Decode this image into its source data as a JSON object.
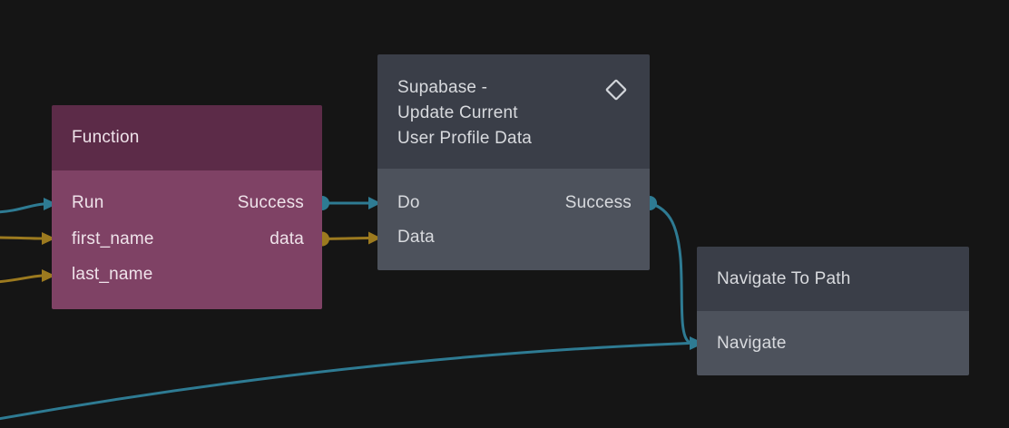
{
  "colors": {
    "bg": "#151515",
    "signal": "#2e7b93",
    "data-edge": "#9c7a1f",
    "fn-header": "#5c2b48",
    "fn-body": "#7f4265",
    "fn-text": "#efe3ea",
    "gray-header": "#3a3e48",
    "gray-body": "#4d525c",
    "gray-text": "#d8dade"
  },
  "nodes": [
    {
      "id": "function",
      "title": "Function",
      "inputs": [
        {
          "label": "Run",
          "type": "signal"
        },
        {
          "label": "first_name",
          "type": "data"
        },
        {
          "label": "last_name",
          "type": "data"
        }
      ],
      "outputs": [
        {
          "label": "Success",
          "type": "signal"
        },
        {
          "label": "data",
          "type": "data"
        }
      ]
    },
    {
      "id": "supabase-update-current-user-profile-data",
      "title": "Supabase - Update Current User Profile Data",
      "title_lines": [
        "Supabase -",
        "Update Current",
        "User Profile Data"
      ],
      "icon": "diamond-icon",
      "inputs": [
        {
          "label": "Do",
          "type": "signal"
        },
        {
          "label": "Data",
          "type": "data"
        }
      ],
      "outputs": [
        {
          "label": "Success",
          "type": "signal"
        }
      ]
    },
    {
      "id": "navigate-to-path",
      "title": "Navigate To Path",
      "inputs": [
        {
          "label": "Navigate",
          "type": "signal"
        }
      ],
      "outputs": []
    }
  ],
  "edges": [
    {
      "from": "offscreen-left",
      "to": "Function.Run",
      "type": "signal"
    },
    {
      "from": "offscreen-left",
      "to": "Function.first_name",
      "type": "data"
    },
    {
      "from": "offscreen-left",
      "to": "Function.last_name",
      "type": "data"
    },
    {
      "from": "Function.Success",
      "to": "Supabase.Do",
      "type": "signal"
    },
    {
      "from": "Function.data",
      "to": "Supabase.Data",
      "type": "data"
    },
    {
      "from": "Supabase.Success",
      "to": "NavigateToPath.Navigate",
      "type": "signal"
    },
    {
      "from": "offscreen-bottom-left",
      "to": "NavigateToPath.Navigate",
      "type": "signal"
    }
  ]
}
